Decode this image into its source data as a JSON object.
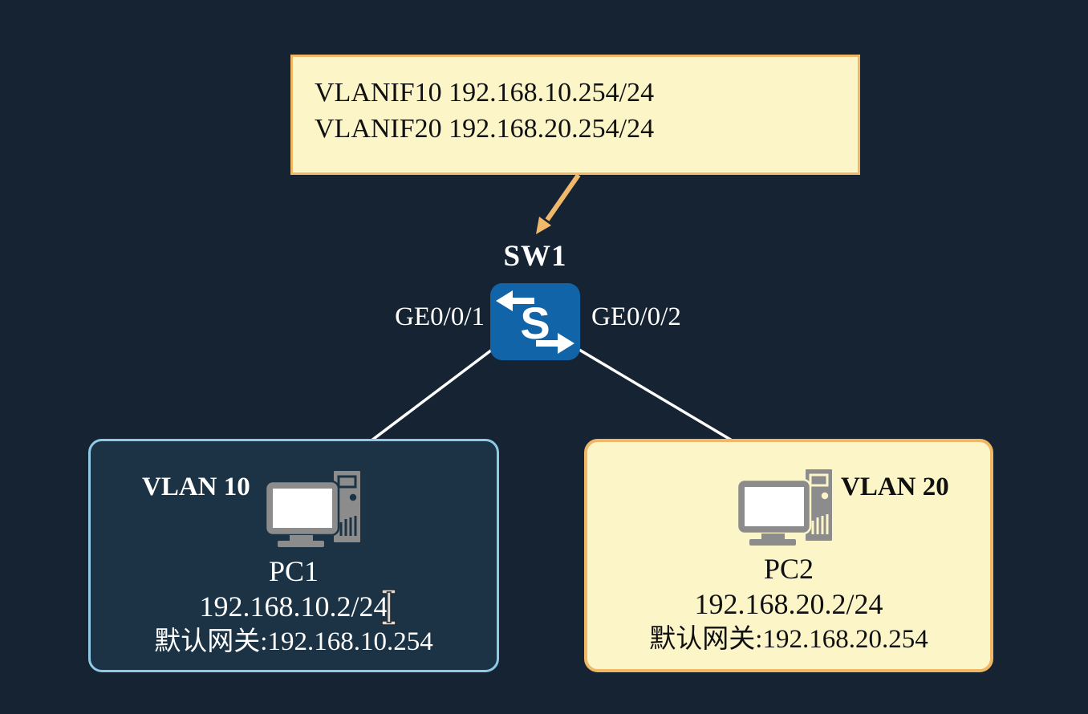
{
  "page": {
    "background_color": "#152333"
  },
  "callout": {
    "line1": "VLANIF10 192.168.10.254/24",
    "line2": "VLANIF20 192.168.20.254/24",
    "bg_color": "#FBF5C8",
    "border_color": "#F0B766",
    "text_color": "#101010"
  },
  "switch": {
    "label": "SW1",
    "icon_letter": "S",
    "icon_color": "#1264A8",
    "port_left": "GE0/0/1",
    "port_right": "GE0/0/2"
  },
  "vlan10": {
    "label": "VLAN 10",
    "pc_name": "PC1",
    "ip": "192.168.10.2/24",
    "gateway": "默认网关:192.168.10.254",
    "fill_color": "#1B3344",
    "border_color": "#8FC9E6",
    "text_color": "#FFFFFF"
  },
  "vlan20": {
    "label": "VLAN 20",
    "pc_name": "PC2",
    "ip": "192.168.20.2/24",
    "gateway": "默认网关:192.168.20.254",
    "fill_color": "#FBF5C8",
    "border_color": "#F0B766",
    "text_color": "#101010"
  },
  "colors": {
    "annotation_arrow": "#F0B86A",
    "link_line": "#FFFFFF",
    "pc_icon_gray": "#8C8C8C"
  },
  "icons": {
    "switch": "ethernet-switch-icon",
    "pc": "desktop-pc-icon",
    "cursor": "text-ibeam-cursor"
  }
}
